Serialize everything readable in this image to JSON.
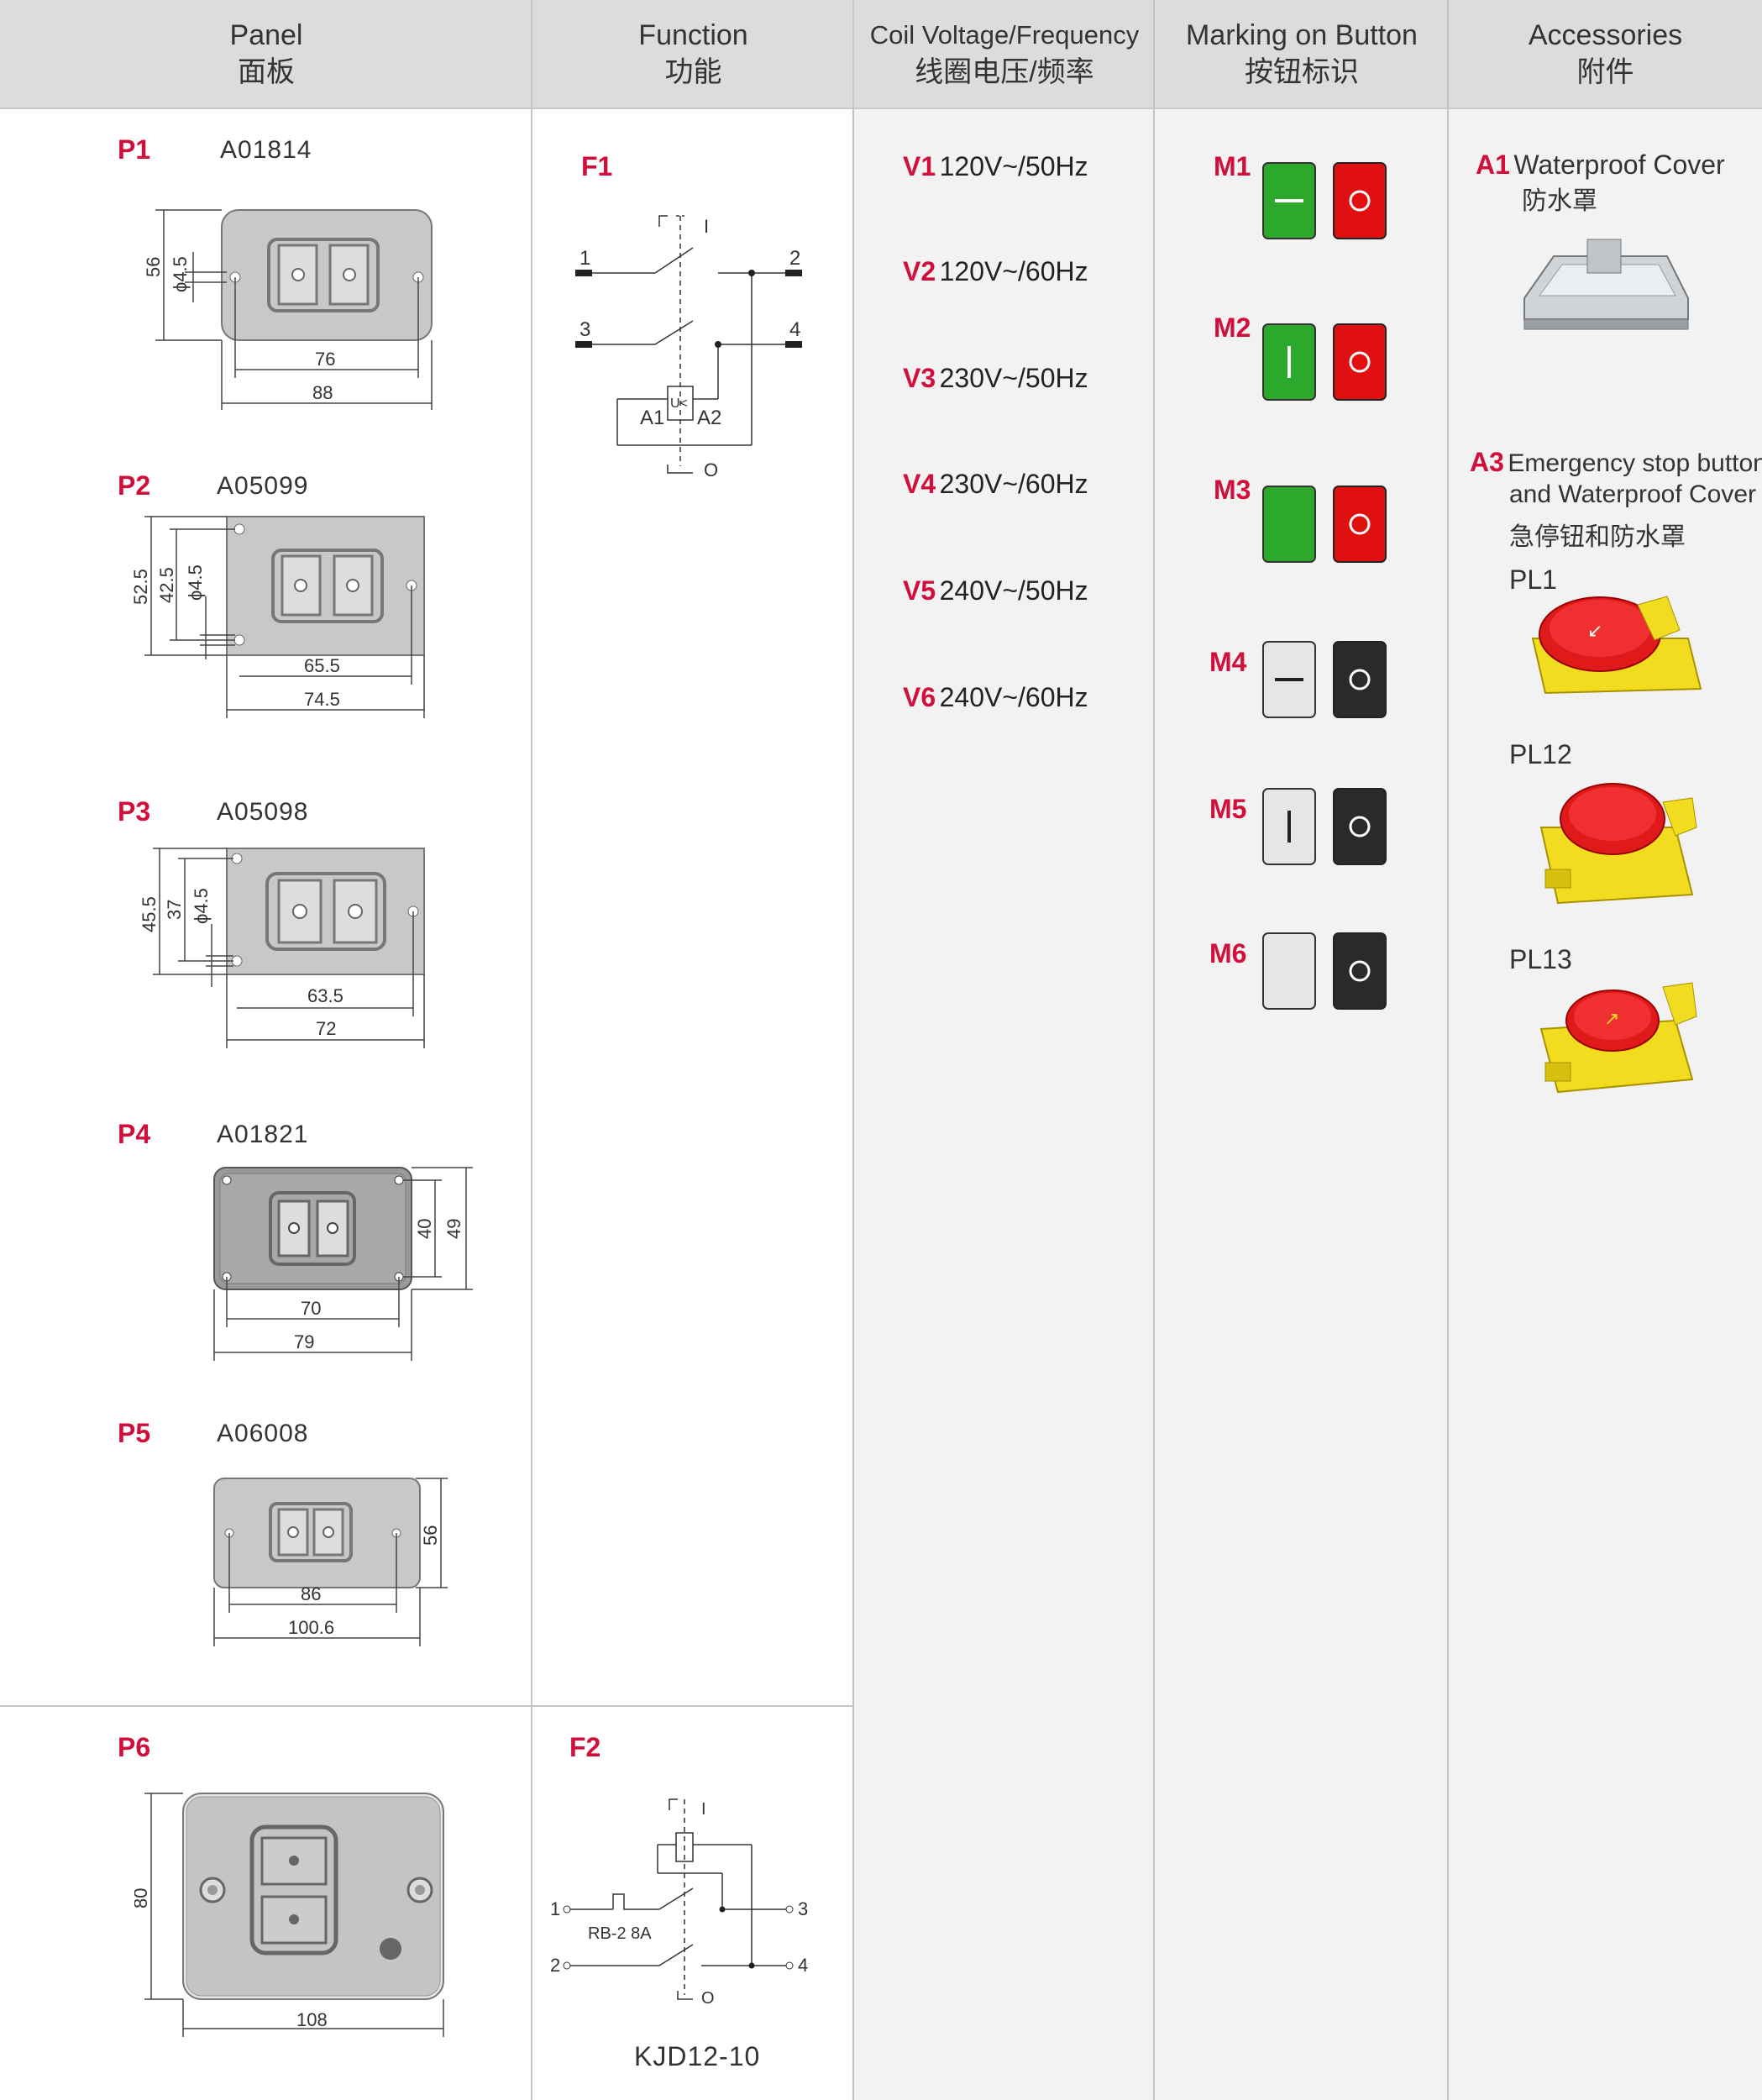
{
  "headers": {
    "panel": {
      "en": "Panel",
      "zh": "面板"
    },
    "function": {
      "en": "Function",
      "zh": "功能"
    },
    "coil": {
      "en": "Coil Voltage/Frequency",
      "zh": "线圈电压/频率"
    },
    "marking": {
      "en": "Marking on Button",
      "zh": "按钮标识"
    },
    "accessories": {
      "en": "Accessories",
      "zh": "附件"
    }
  },
  "panels": [
    {
      "id": "P1",
      "code": "A01814",
      "dims": [
        "56",
        "ϕ4.5",
        "76",
        "88"
      ]
    },
    {
      "id": "P2",
      "code": "A05099",
      "dims": [
        "52.5",
        "42.5",
        "ϕ4.5",
        "65.5",
        "74.5"
      ]
    },
    {
      "id": "P3",
      "code": "A05098",
      "dims": [
        "45.5",
        "37",
        "ϕ4.5",
        "63.5",
        "72"
      ]
    },
    {
      "id": "P4",
      "code": "A01821",
      "dims": [
        "40",
        "49",
        "70",
        "79"
      ]
    },
    {
      "id": "P5",
      "code": "A06008",
      "dims": [
        "56",
        "86",
        "100.6"
      ]
    },
    {
      "id": "P6",
      "code": "",
      "dims": [
        "80",
        "108"
      ]
    }
  ],
  "functions": [
    {
      "id": "F1",
      "labels": [
        "1",
        "2",
        "3",
        "4",
        "I",
        "O",
        "A1",
        "A2",
        "U<"
      ]
    },
    {
      "id": "F2",
      "labels": [
        "1",
        "2",
        "3",
        "4",
        "I",
        "O",
        "RB-2 8A"
      ],
      "caption": "KJD12-10"
    }
  ],
  "voltages": [
    {
      "id": "V1",
      "value": "120V~/50Hz"
    },
    {
      "id": "V2",
      "value": "120V~/60Hz"
    },
    {
      "id": "V3",
      "value": "230V~/50Hz"
    },
    {
      "id": "V4",
      "value": "230V~/60Hz"
    },
    {
      "id": "V5",
      "value": "240V~/50Hz"
    },
    {
      "id": "V6",
      "value": "240V~/60Hz"
    }
  ],
  "markings": [
    {
      "id": "M1",
      "on_symbol": "dash",
      "color": "#2ca82c",
      "off_color": "#e01010"
    },
    {
      "id": "M2",
      "on_symbol": "bar",
      "color": "#2ca82c",
      "off_color": "#e01010"
    },
    {
      "id": "M3",
      "on_symbol": "none",
      "color": "#2ca82c",
      "off_color": "#e01010"
    },
    {
      "id": "M4",
      "on_symbol": "dash",
      "color": "#e6e6e6",
      "off_color": "#2a2a2a"
    },
    {
      "id": "M5",
      "on_symbol": "bar",
      "color": "#e6e6e6",
      "off_color": "#2a2a2a"
    },
    {
      "id": "M6",
      "on_symbol": "none",
      "color": "#e6e6e6",
      "off_color": "#2a2a2a"
    }
  ],
  "accessories": {
    "a1": {
      "id": "A1",
      "en": "Waterproof Cover",
      "zh": "防水罩"
    },
    "a3": {
      "id": "A3",
      "en1": "Emergency stop button",
      "en2": "and Waterproof Cover",
      "zh": "急停钮和防水罩"
    },
    "pl": [
      "PL1",
      "PL12",
      "PL13"
    ]
  }
}
